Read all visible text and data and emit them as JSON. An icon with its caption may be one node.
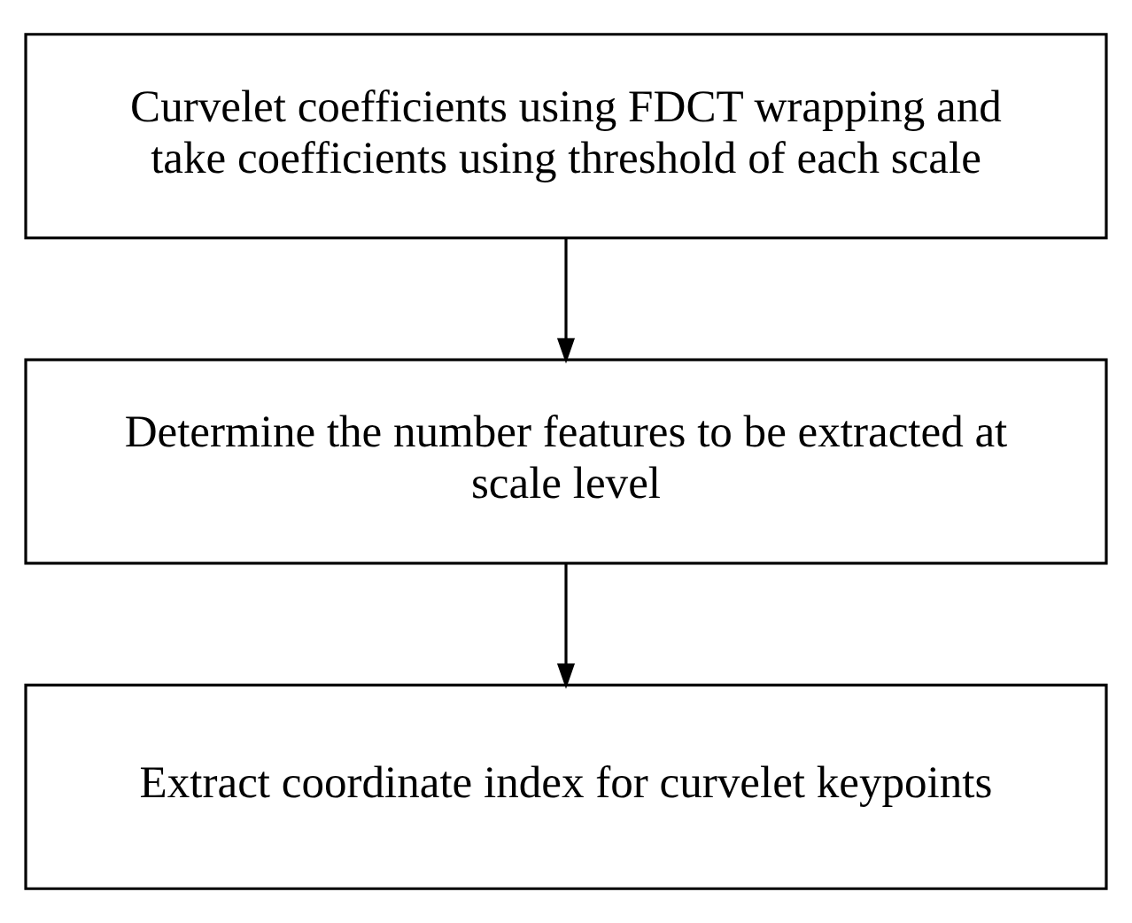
{
  "diagram": {
    "nodes": [
      {
        "text": [
          "Curvelet coefficients using FDCT wrapping and take coefficients using threshold of each scale"
        ]
      },
      {
        "text": [
          "Determine the number features to be extracted at scale level"
        ]
      },
      {
        "text": [
          "Extract coordinate index for curvelet keypoints"
        ]
      }
    ],
    "edges": [
      {
        "from": 0,
        "to": 1,
        "arrow": "to"
      },
      {
        "from": 1,
        "to": 2,
        "arrow": "to"
      }
    ]
  }
}
